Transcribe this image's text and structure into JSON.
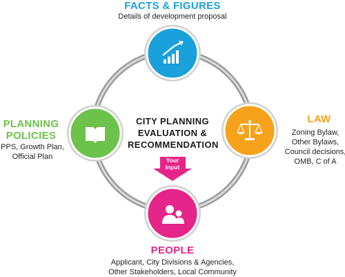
{
  "top": {
    "heading": "FACTS & FIGURES",
    "subtitle": "Details of development proposal",
    "color": "#1aa0db"
  },
  "right": {
    "heading": "LAW",
    "lines": [
      "Zoning Bylaw,",
      "Other Bylaws,",
      "Council decisions,",
      "OMB, C of A"
    ],
    "color": "#f6a21a"
  },
  "left": {
    "heading_line1": "PLANNING",
    "heading_line2": "POLICIES",
    "lines": [
      "PPS, Growth Plan,",
      "Official Plan"
    ],
    "color": "#6cc24a"
  },
  "bottom": {
    "heading": "PEOPLE",
    "lines": [
      "Applicant, City Divisions & Agencies,",
      "Other Stakeholders, Local Community"
    ],
    "color": "#e6258a"
  },
  "center": {
    "lines": [
      "CITY PLANNING",
      "EVALUATION &",
      "RECOMMENDATION"
    ]
  },
  "arrow": {
    "line1": "Your",
    "line2": "Input",
    "color": "#e6258a"
  },
  "icons": {
    "top": "bar-chart-growth-icon",
    "right": "scales-of-justice-icon",
    "left": "book-icon",
    "bottom": "people-icon"
  }
}
